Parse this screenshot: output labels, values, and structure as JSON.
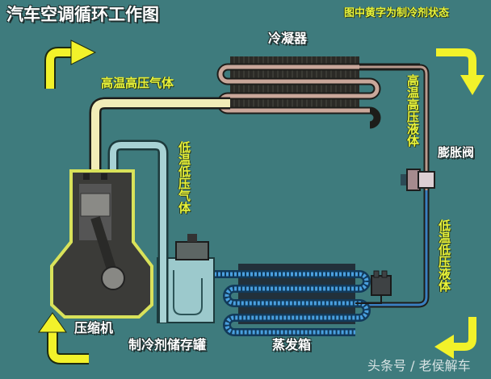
{
  "title": "汽车空调循环工作图",
  "legend_note": "图中黄字为制冷剂状态",
  "components": {
    "condenser": "冷凝器",
    "expansion_valve": "膨胀阀",
    "compressor": "压缩机",
    "receiver_drier": "制冷剂储存罐",
    "evaporator": "蒸发箱"
  },
  "refrigerant_states": {
    "high_temp_high_pressure_gas": "高温高压气体",
    "high_temp_high_pressure_liquid": "高温高压液体",
    "low_temp_low_pressure_liquid": "低温低压液体",
    "low_temp_low_pressure_gas": "低温低压气体"
  },
  "flow_arrows": [
    "top-left-right",
    "top-right-down",
    "bottom-right-left",
    "bottom-left-up"
  ],
  "colors": {
    "background": "#3e7b7d",
    "arrow": "#f2f22a",
    "state_text": "#e8f33a",
    "label_text": "#ffffff",
    "hot_gas_pipe": "#f1ecb8",
    "hot_liquid_pipe": "#b99a8e",
    "cold_liquid_pipe": "#3a7fc0",
    "cold_gas_pipe": "#a8d2d4",
    "compressor_outline": "#d9e25a"
  },
  "watermark": "头条号 / 老侯解车"
}
